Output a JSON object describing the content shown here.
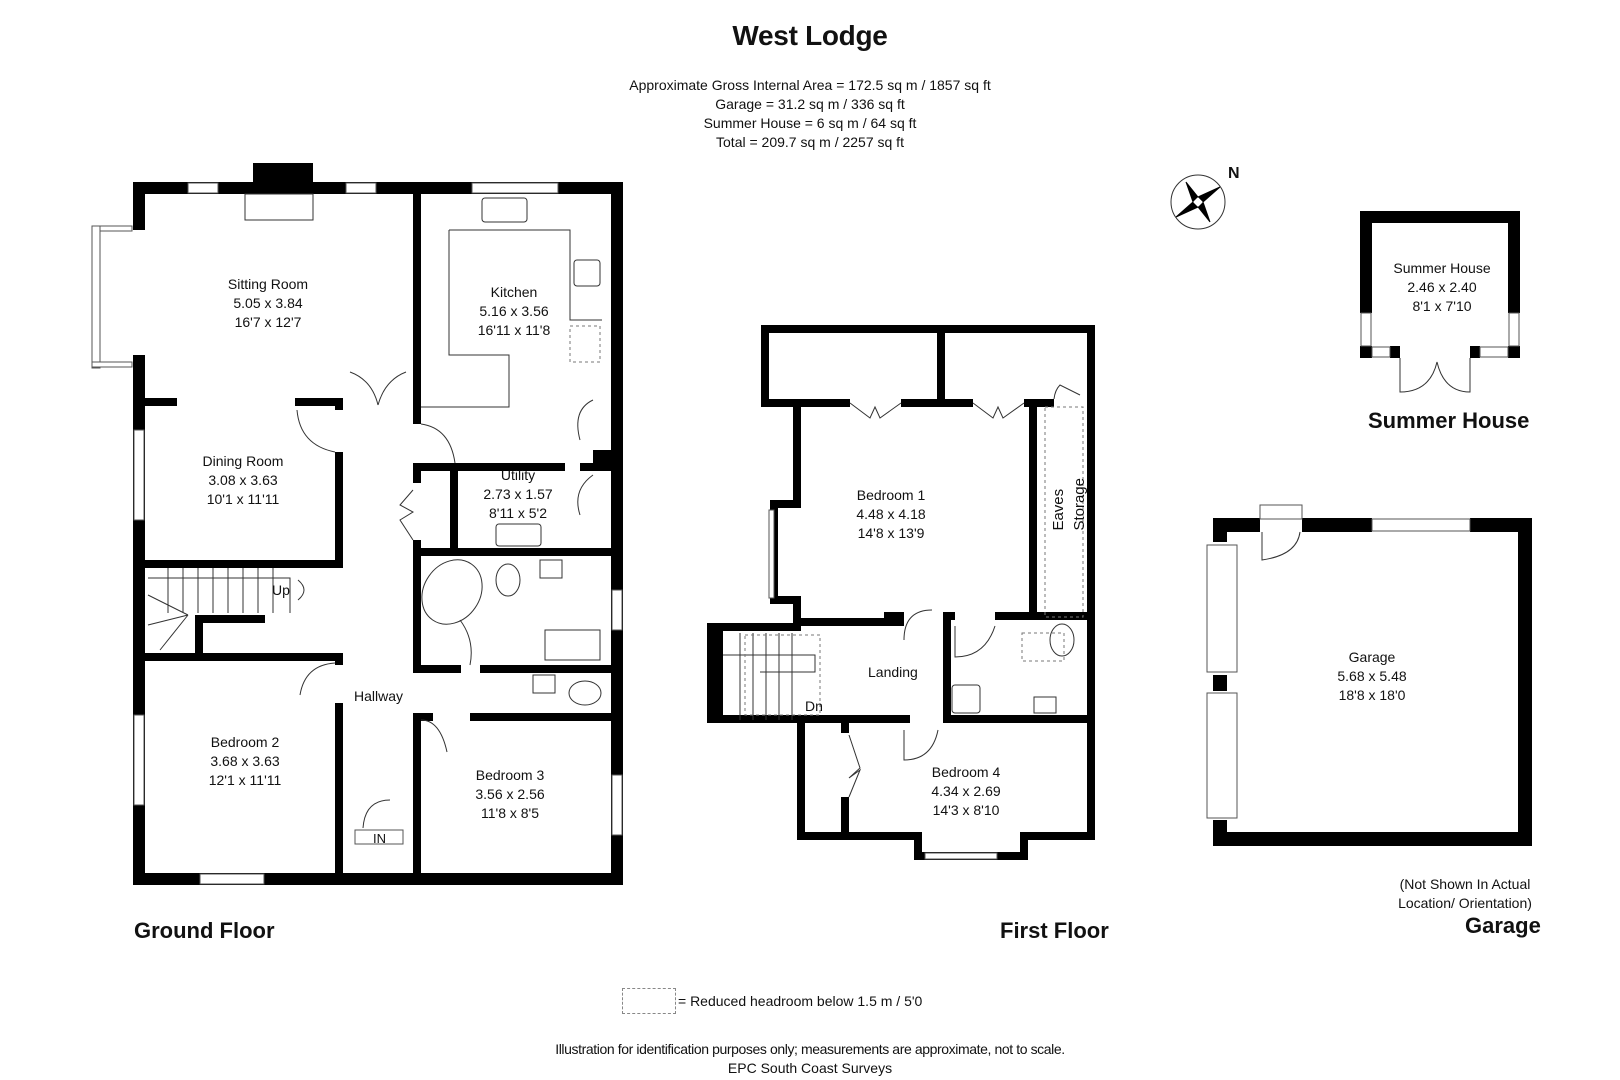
{
  "header": {
    "title": "West Lodge",
    "areas": [
      "Approximate Gross Internal Area = 172.5 sq m / 1857 sq ft",
      "Garage = 31.2 sq m / 336 sq ft",
      "Summer House = 6 sq m / 64 sq ft",
      "Total = 209.7 sq m / 2257 sq ft"
    ]
  },
  "compass": {
    "icon": "compass-rose-icon",
    "label": "N"
  },
  "ground_floor": {
    "label": "Ground Floor",
    "rooms": [
      {
        "name": "Sitting Room",
        "metric": "5.05 x 3.84",
        "imperial": "16'7 x 12'7"
      },
      {
        "name": "Kitchen",
        "metric": "5.16 x 3.56",
        "imperial": "16'11 x 11'8"
      },
      {
        "name": "Dining Room",
        "metric": "3.08 x 3.63",
        "imperial": "10'1 x 11'11"
      },
      {
        "name": "Utility",
        "metric": "2.73 x 1.57",
        "imperial": "8'11 x 5'2"
      },
      {
        "name": "Bedroom 2",
        "metric": "3.68 x 3.63",
        "imperial": "12'1 x 11'11"
      },
      {
        "name": "Bedroom 3",
        "metric": "3.56 x 2.56",
        "imperial": "11'8 x 8'5"
      }
    ],
    "hallway": "Hallway",
    "stairs_label": "Up",
    "entrance_label": "IN"
  },
  "first_floor": {
    "label": "First Floor",
    "rooms": [
      {
        "name": "Bedroom 1",
        "metric": "4.48 x 4.18",
        "imperial": "14'8 x 13'9"
      },
      {
        "name": "Bedroom 4",
        "metric": "4.34 x 2.69",
        "imperial": "14'3 x 8'10"
      }
    ],
    "landing": "Landing",
    "stairs_label": "Dn",
    "eaves": [
      "Eaves",
      "Storage"
    ]
  },
  "summer_house": {
    "label": "Summer House",
    "room": {
      "name": "Summer House",
      "metric": "2.46 x 2.40",
      "imperial": "8'1 x 7'10"
    }
  },
  "garage": {
    "label": "Garage",
    "note": [
      "(Not Shown In Actual",
      "Location/ Orientation)"
    ],
    "room": {
      "name": "Garage",
      "metric": "5.68 x 5.48",
      "imperial": "18'8 x 18'0"
    }
  },
  "legend": {
    "text": "=  Reduced headroom below 1.5 m / 5'0"
  },
  "footer": {
    "disclaimer": "Illustration for identification purposes only; measurements are approximate, not to scale.",
    "credit": "EPC South Coast Surveys"
  }
}
